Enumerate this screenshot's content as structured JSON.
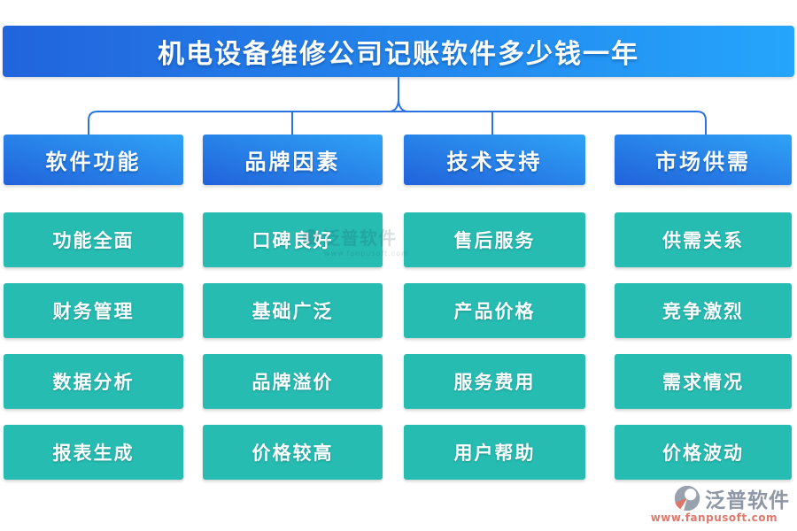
{
  "page": {
    "title": "机电设备维修公司记账软件多少钱一年"
  },
  "branches": [
    {
      "label": "软件功能",
      "items": [
        "功能全面",
        "财务管理",
        "数据分析",
        "报表生成"
      ]
    },
    {
      "label": "品牌因素",
      "items": [
        "口碑良好",
        "基础广泛",
        "品牌溢价",
        "价格较高"
      ]
    },
    {
      "label": "技术支持",
      "items": [
        "售后服务",
        "产品价格",
        "服务费用",
        "用户帮助"
      ]
    },
    {
      "label": "市场供需",
      "items": [
        "供需关系",
        "竞争激烈",
        "需求情况",
        "价格波动"
      ]
    }
  ],
  "watermark": {
    "text": "泛普软件"
  },
  "logo": {
    "name": "泛普软件",
    "url": "www.fanpusoft.com"
  },
  "colors": {
    "title_gradient_start": "#2164dc",
    "title_gradient_end": "#25a5fc",
    "branch_gradient_start": "#2162db",
    "branch_gradient_end": "#2fa3f6",
    "item_teal": "#26bcb2",
    "connector_blue": "#2b72e3",
    "logo_grey": "#8e97a6",
    "logo_red": "#dd7a6e"
  }
}
